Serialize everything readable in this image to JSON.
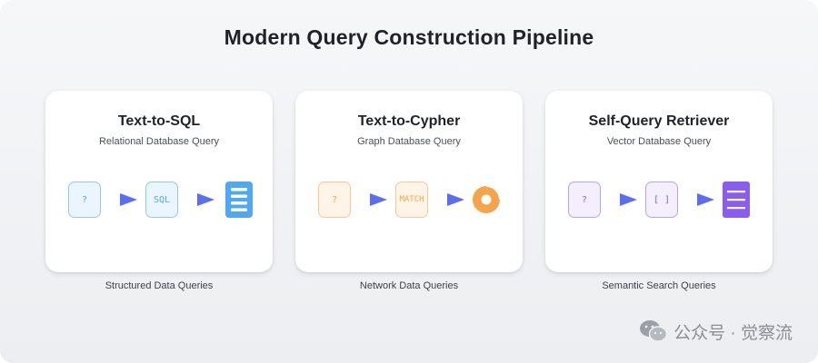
{
  "title": "Modern Query Construction Pipeline",
  "accent_arrow": "#5b6ef2",
  "cards": [
    {
      "title": "Text-to-SQL",
      "subtitle": "Relational Database Query",
      "input_label": "?",
      "mid_label": "SQL",
      "end_icon": "database-icon",
      "color": "#4fa8f0",
      "fill": "#eaf5fe",
      "caption": "Structured Data Queries"
    },
    {
      "title": "Text-to-Cypher",
      "subtitle": "Graph Database Query",
      "input_label": "?",
      "mid_label": "MATCH",
      "end_icon": "graph-node-icon",
      "color": "#f5a44a",
      "fill": "#fff4e8",
      "caption": "Network Data Queries"
    },
    {
      "title": "Self-Query Retriever",
      "subtitle": "Vector Database Query",
      "input_label": "?",
      "mid_label": "[ ]",
      "end_icon": "document-list-icon",
      "color": "#8b5cf0",
      "fill": "#f3effd",
      "caption": "Semantic Search Queries"
    }
  ],
  "watermark": {
    "text": "公众号 · 觉察流",
    "icon": "wechat-icon"
  }
}
